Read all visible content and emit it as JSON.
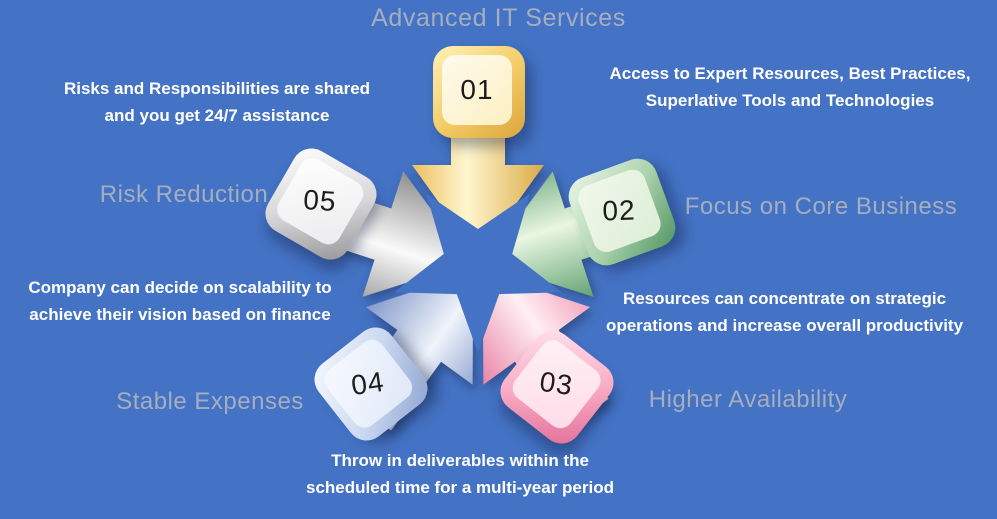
{
  "title": {
    "text": "Advanced IT Services"
  },
  "colors": {
    "background": "#4472C4",
    "label_text": "#A5AEBE",
    "description_text": "#FFFFFF",
    "badge_number_text": "#1C1C1C"
  },
  "items": [
    {
      "number": "01",
      "position": "top",
      "description_lines": [
        "Access to Expert Resources, Best Practices,",
        "Superlative Tools and Technologies"
      ],
      "colors": {
        "arrow": [
          "#EBBC55",
          "#FFF6D0",
          "#D9A63E"
        ],
        "badge_outer": [
          "#FFF2B8",
          "#F3CC68",
          "#DCA53C"
        ],
        "badge_face": [
          "#FFFBEC",
          "#FBEFC2"
        ]
      }
    },
    {
      "number": "02",
      "position": "upper-right",
      "label": "Focus on Core Business",
      "description_lines": [
        "Resources can concentrate on strategic",
        "operations and increase overall productivity"
      ],
      "colors": {
        "arrow": [
          "#7DB489",
          "#EAF6E2",
          "#5C9F6C"
        ],
        "badge_outer": [
          "#EAF6E6",
          "#ABD2AE",
          "#4F9661"
        ],
        "badge_face": [
          "#F1F8EC",
          "#DCEED6"
        ]
      }
    },
    {
      "number": "03",
      "position": "lower-right",
      "label": "Higher Availability",
      "description_lines": [
        "Throw in deliverables within the",
        "scheduled time for a multi-year period"
      ],
      "colors": {
        "arrow": [
          "#F2A2BA",
          "#FFEFF4",
          "#E87FA2"
        ],
        "badge_outer": [
          "#FFE4ED",
          "#F9ABC4",
          "#E16D98"
        ],
        "badge_face": [
          "#FFF1F6",
          "#FFDBE7"
        ]
      }
    },
    {
      "number": "04",
      "position": "lower-left",
      "label": "Stable Expenses",
      "description_lines": [
        "Company can decide on scalability to",
        "achieve their vision based on finance"
      ],
      "colors": {
        "arrow": [
          "#91A5D1",
          "#F0F4FB",
          "#7E95C8"
        ],
        "badge_outer": [
          "#F6F9FE",
          "#CAD8F0",
          "#8DA4D1"
        ],
        "badge_face": [
          "#F7FAFE",
          "#DFE8F8"
        ]
      }
    },
    {
      "number": "05",
      "position": "upper-left",
      "label": "Risk Reduction",
      "description_lines": [
        "Risks and Responsibilities are shared",
        "and you get 24/7 assistance"
      ],
      "colors": {
        "arrow": [
          "#A0A0A2",
          "#FAFAFA",
          "#8A8A8C"
        ],
        "badge_outer": [
          "#FFFFFF",
          "#D8D8DA",
          "#959598"
        ],
        "badge_face": [
          "#FFFFFF",
          "#EBEBED"
        ]
      }
    }
  ]
}
